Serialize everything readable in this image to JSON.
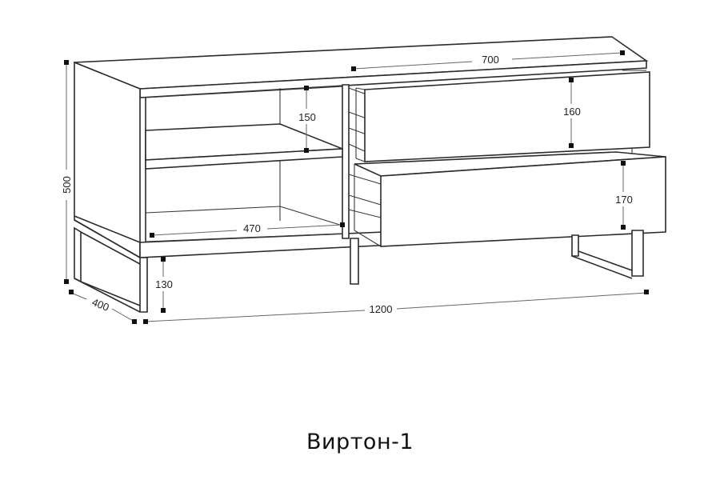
{
  "caption": "Виртон-1",
  "dimensions": {
    "top_width": "700",
    "height": "500",
    "upper_drawer_height": "160",
    "shelf_height": "150",
    "lower_drawer_height": "170",
    "inner_width": "470",
    "leg_height": "130",
    "depth": "400",
    "total_width": "1200"
  },
  "colors": {
    "line": "#2b2b2b",
    "marker": "#111111"
  }
}
